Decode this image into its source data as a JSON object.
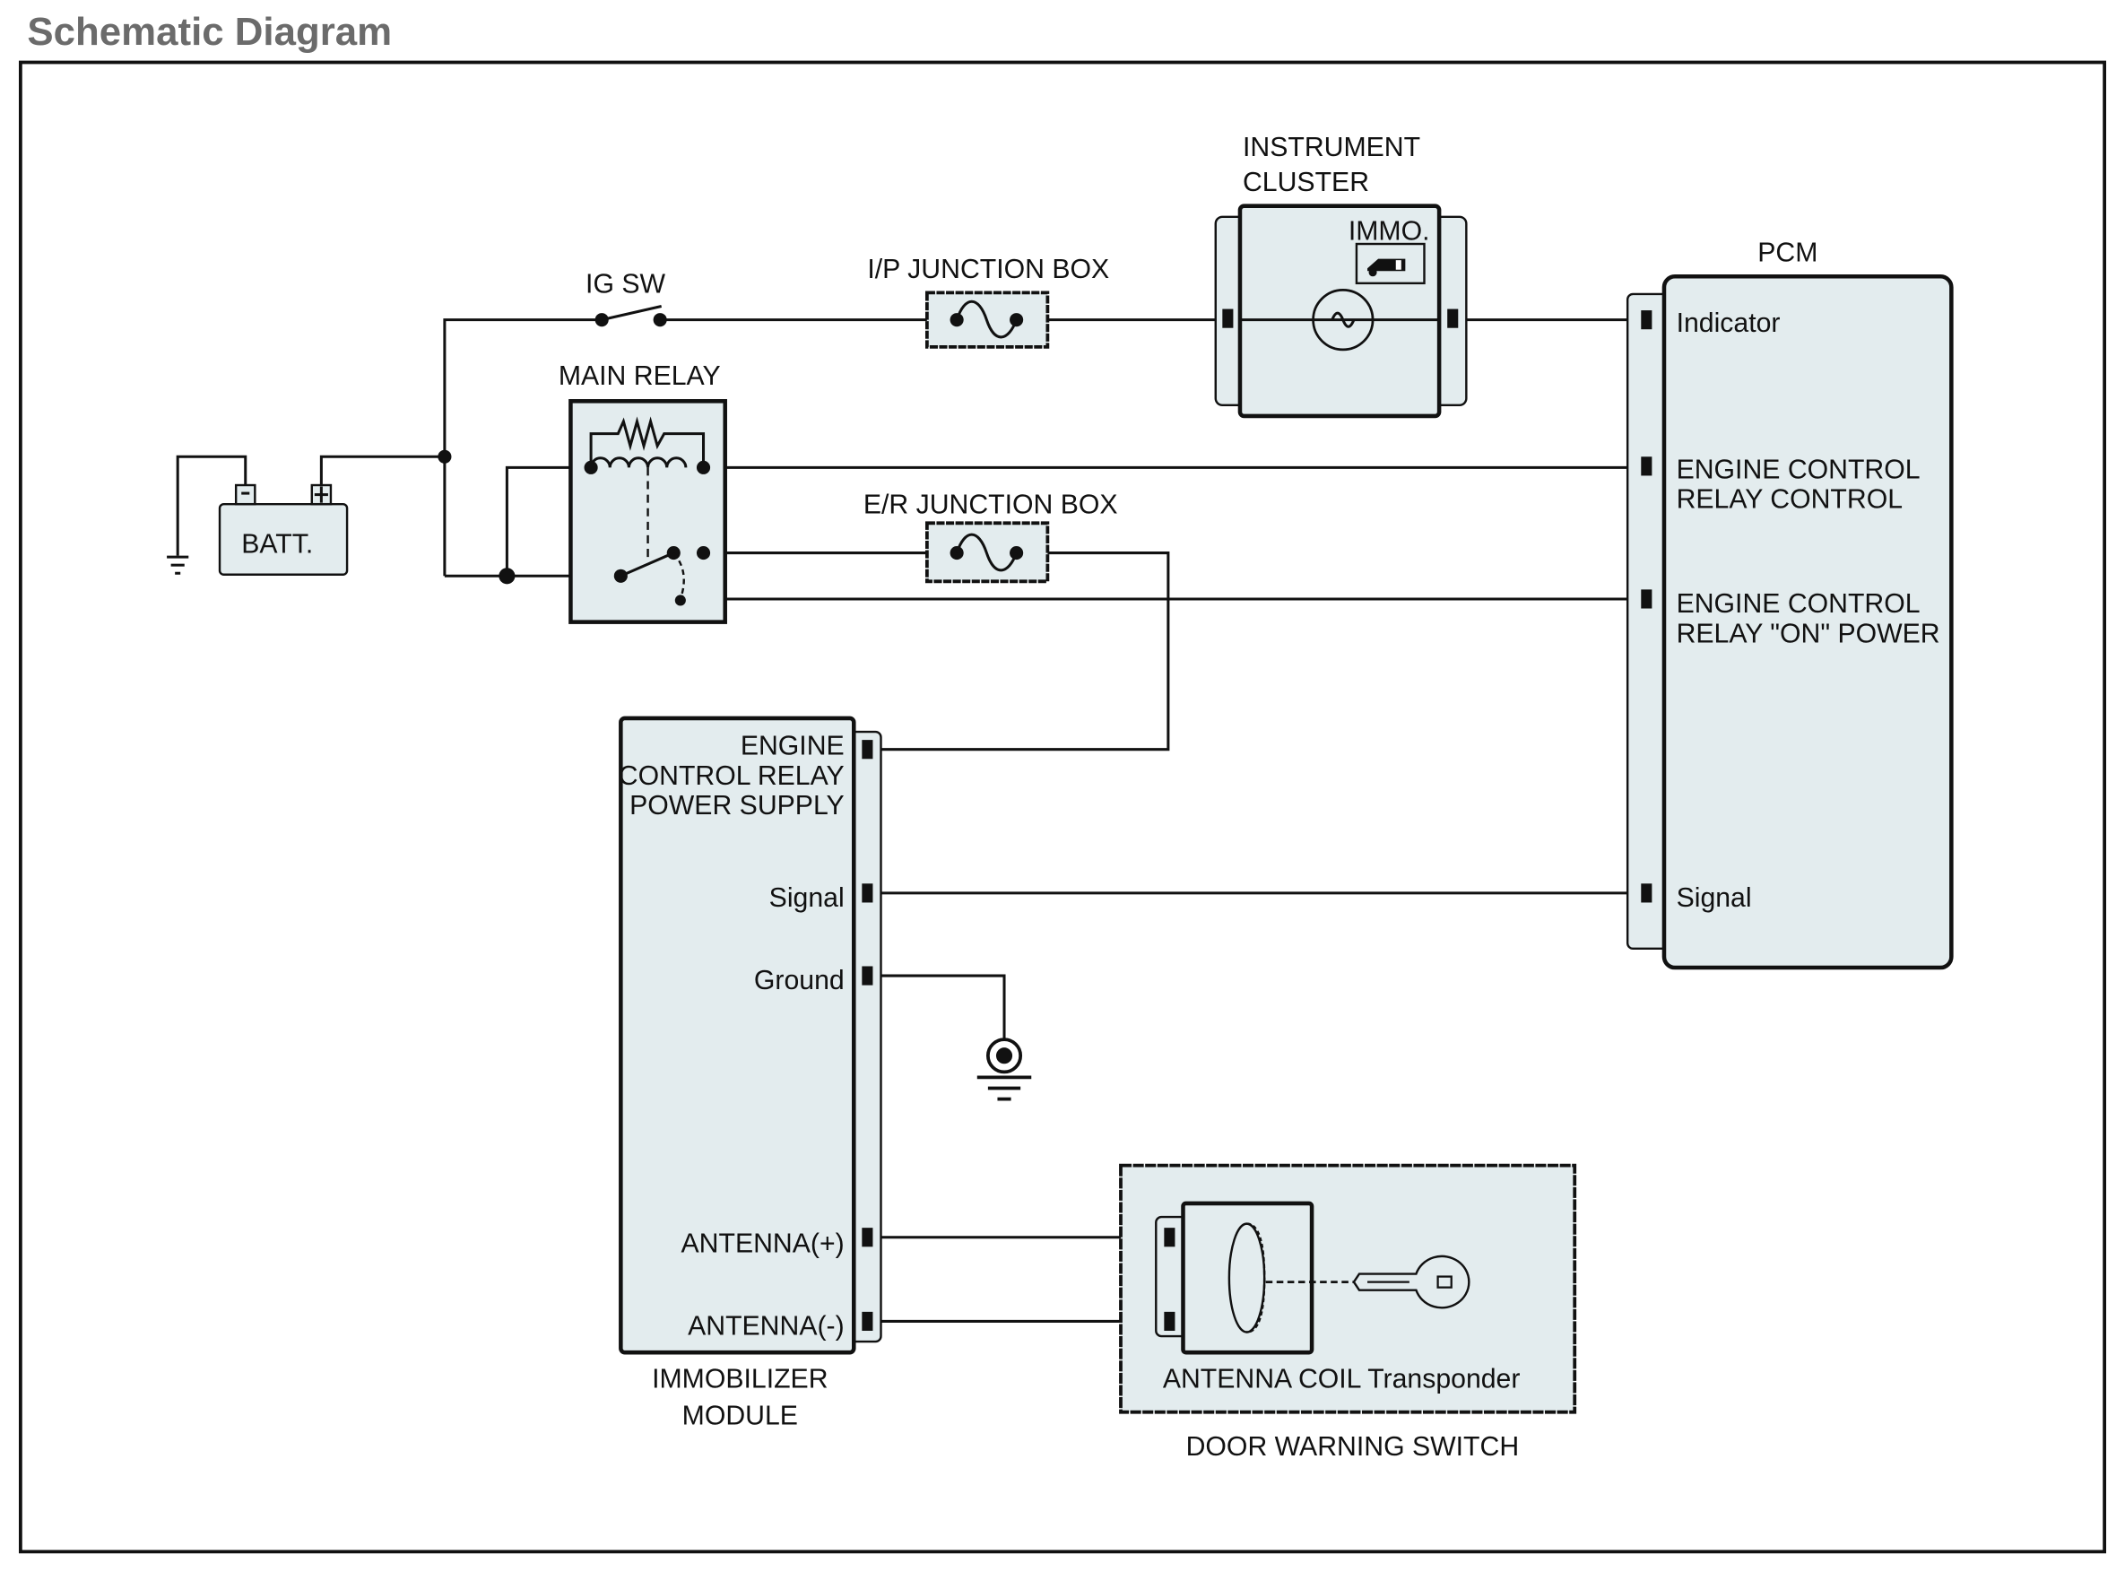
{
  "title": "Schematic Diagram",
  "components": {
    "ig_sw": "IG SW",
    "ip_junction_box": "I/P JUNCTION BOX",
    "instrument_cluster": [
      "INSTRUMENT",
      "CLUSTER"
    ],
    "immo": "IMMO.",
    "main_relay": "MAIN RELAY",
    "battery": "BATT.",
    "er_junction_box": "E/R JUNCTION BOX",
    "pcm": {
      "name": "PCM",
      "pins": {
        "indicator": "Indicator",
        "ecr_control": [
          "ENGINE CONTROL",
          "RELAY CONTROL"
        ],
        "ecr_on_power": [
          "ENGINE CONTROL",
          "RELAY \"ON\" POWER"
        ],
        "signal": "Signal"
      }
    },
    "immobilizer_module": {
      "name": [
        "IMMOBILIZER",
        "MODULE"
      ],
      "pins": {
        "power_supply": [
          "ENGINE",
          "CONTROL RELAY",
          "POWER SUPPLY"
        ],
        "signal": "Signal",
        "ground": "Ground",
        "antenna_pos": "ANTENNA(+)",
        "antenna_neg": "ANTENNA(-)"
      }
    },
    "antenna_coil": "ANTENNA COIL Transponder",
    "door_warning_switch": "DOOR WARNING SWITCH"
  },
  "colors": {
    "component_fill": "#e3ecee",
    "line": "#111111",
    "title": "#6b6b6b"
  }
}
